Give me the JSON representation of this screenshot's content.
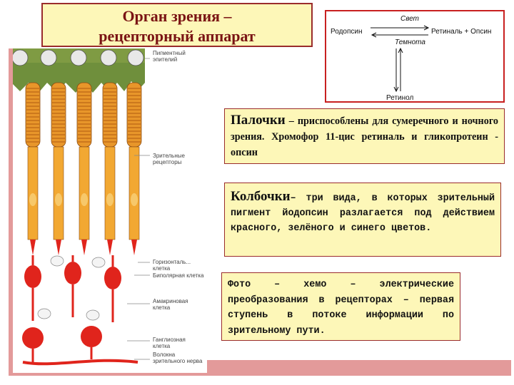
{
  "title": {
    "line1": "Орган зрения –",
    "line2": "рецепторный аппарат"
  },
  "scheme": {
    "light": "Свет",
    "rhodopsin": "Родопсин",
    "retinal_opsin": "Ретиналь + Опсин",
    "darkness": "Темнота",
    "retinol": "Ретинол"
  },
  "rods": {
    "lead": "Палочки",
    "text": " – приспособлены для сумеречного и ночного зрения. Хромофор 11-цис ретиналь и гликопротеин - опсин"
  },
  "cones": {
    "lead": "Колбочки",
    "text": "– три вида, в которых зрительный пигмент йодопсин разлагается под действием красного, зелёного и синего цветов."
  },
  "photo": {
    "text": "Фото – хемо – электрические преобразования в рецепторах – первая ступень в потоке информации по зрительному пути."
  },
  "illustration": {
    "labels": {
      "pigment": "Пигментный эпителий",
      "receptors": "Зрительные рецепторы",
      "horizontal": "Горизонталь... клетка",
      "bipolar": "Биполярная клетка",
      "amacrine": "Амакриновая клетка",
      "ganglion": "Ганглиозная клетка",
      "fibers": "Волокна зрительного нерва"
    }
  },
  "colors": {
    "title_text": "#7a1414",
    "box_fill": "#fdf7b8",
    "border": "#9a2c2c",
    "accent_bar": "#e39a9a",
    "scheme_border": "#c82020",
    "rod": "#e8962a",
    "neuron": "#e0241c"
  }
}
